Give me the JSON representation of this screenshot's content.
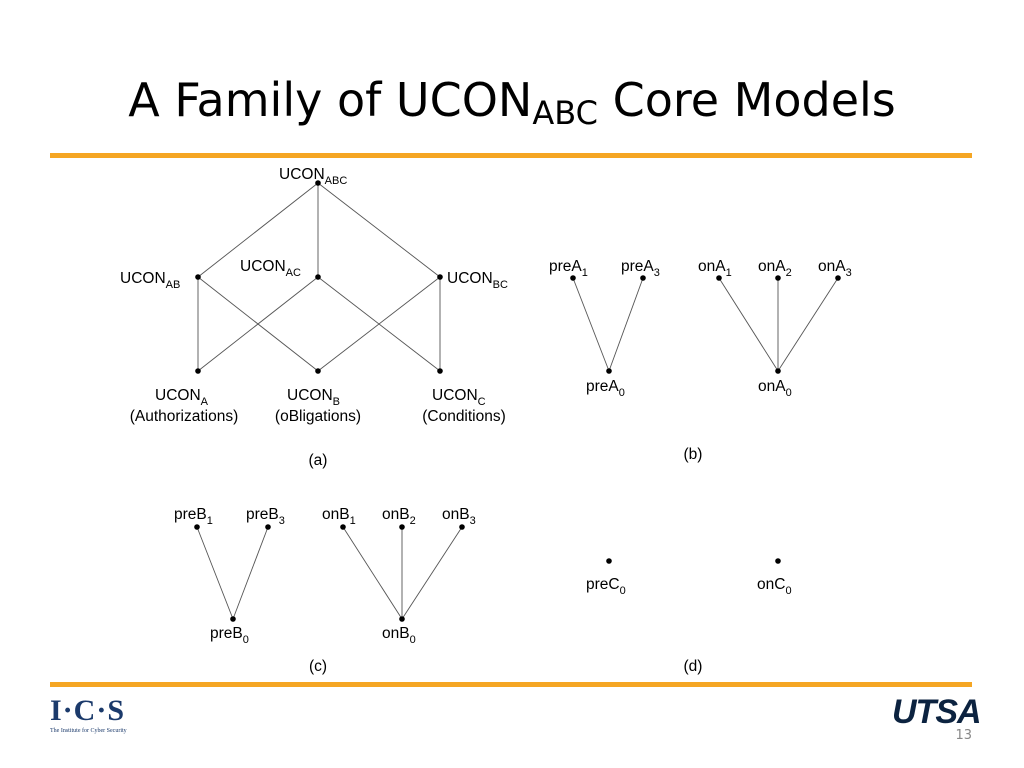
{
  "slide": {
    "title_main": "A Family of UCON",
    "title_sub": "ABC",
    "title_rest": " Core Models",
    "number": "13"
  },
  "colors": {
    "accent_rule": "#F5A623",
    "ics_blue": "#1b3a6b",
    "utsa_navy": "#0c2340"
  },
  "logos": {
    "ics": {
      "mark": "I·C·S",
      "tagline": "The Institute for Cyber Security"
    },
    "utsa": {
      "mark": "UTSA"
    }
  },
  "diagram": {
    "a": {
      "caption": "(a)",
      "nodes": {
        "abc": {
          "base": "UCON",
          "sub": "ABC"
        },
        "ab": {
          "base": "UCON",
          "sub": "AB"
        },
        "ac": {
          "base": "UCON",
          "sub": "AC"
        },
        "bc": {
          "base": "UCON",
          "sub": "BC"
        },
        "a": {
          "base": "UCON",
          "sub": "A",
          "desc": "(Authorizations)"
        },
        "b": {
          "base": "UCON",
          "sub": "B",
          "desc": "(oBligations)"
        },
        "c": {
          "base": "UCON",
          "sub": "C",
          "desc": "(Conditions)"
        }
      }
    },
    "b": {
      "caption": "(b)",
      "nodes": {
        "preA1": {
          "base": "preA",
          "sub": "1"
        },
        "preA3": {
          "base": "preA",
          "sub": "3"
        },
        "preA0": {
          "base": "preA",
          "sub": "0"
        },
        "onA1": {
          "base": "onA",
          "sub": "1"
        },
        "onA2": {
          "base": "onA",
          "sub": "2"
        },
        "onA3": {
          "base": "onA",
          "sub": "3"
        },
        "onA0": {
          "base": "onA",
          "sub": "0"
        }
      }
    },
    "c": {
      "caption": "(c)",
      "nodes": {
        "preB1": {
          "base": "preB",
          "sub": "1"
        },
        "preB3": {
          "base": "preB",
          "sub": "3"
        },
        "preB0": {
          "base": "preB",
          "sub": "0"
        },
        "onB1": {
          "base": "onB",
          "sub": "1"
        },
        "onB2": {
          "base": "onB",
          "sub": "2"
        },
        "onB3": {
          "base": "onB",
          "sub": "3"
        },
        "onB0": {
          "base": "onB",
          "sub": "0"
        }
      }
    },
    "d": {
      "caption": "(d)",
      "nodes": {
        "preC0": {
          "base": "preC",
          "sub": "0"
        },
        "onC0": {
          "base": "onC",
          "sub": "0"
        }
      }
    }
  }
}
